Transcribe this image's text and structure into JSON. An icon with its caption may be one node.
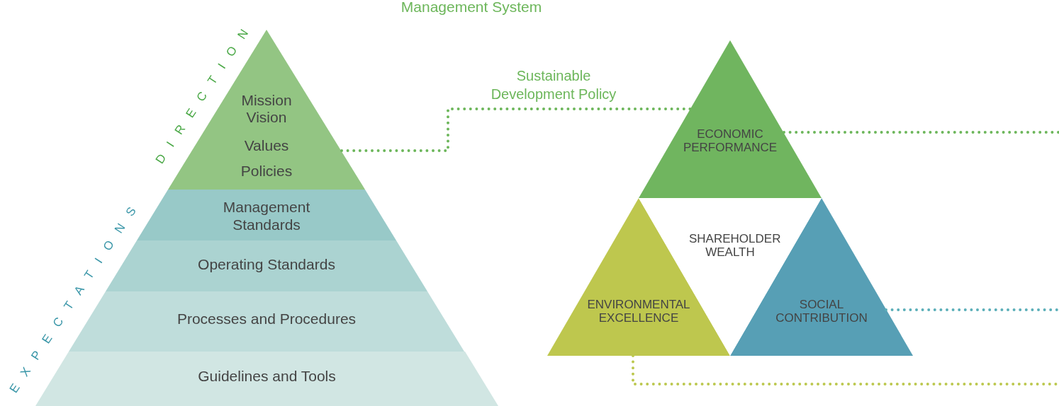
{
  "diagram": {
    "nodes": [
      {
        "text": [
          "Mission Vision",
          "Values",
          "Policies"
        ]
      },
      {
        "text": [
          "Management Standards"
        ]
      },
      {
        "text": [
          "Operating Standards"
        ]
      },
      {
        "text": [
          "Processes and Procedures"
        ]
      },
      {
        "text": [
          "Guidelines and Tools"
        ]
      },
      {
        "text": [
          "ECONOMIC PERFORMANCE"
        ]
      },
      {
        "text": [
          "SHAREHOLDER WEALTH"
        ]
      },
      {
        "text": [
          "ENVIRONMENTAL EXCELLENCE"
        ]
      },
      {
        "text": [
          "SOCIAL CONTRIBUTION"
        ]
      }
    ],
    "edges": [
      {
        "from": 0,
        "to": 5,
        "arrow": "none",
        "style": "dashed",
        "label": "Sustainable Development Policy"
      },
      {
        "from": 5,
        "to": null,
        "arrow": "none",
        "style": "dashed"
      },
      {
        "from": 8,
        "to": null,
        "arrow": "none",
        "style": "dashed",
        "color": "#5aaeb8"
      },
      {
        "from": 7,
        "to": null,
        "arrow": "none",
        "style": "dashed",
        "color": "#bcc84e"
      }
    ],
    "labels": [
      "Management System",
      "EXPECTATIONS",
      "DIRECTION"
    ]
  }
}
